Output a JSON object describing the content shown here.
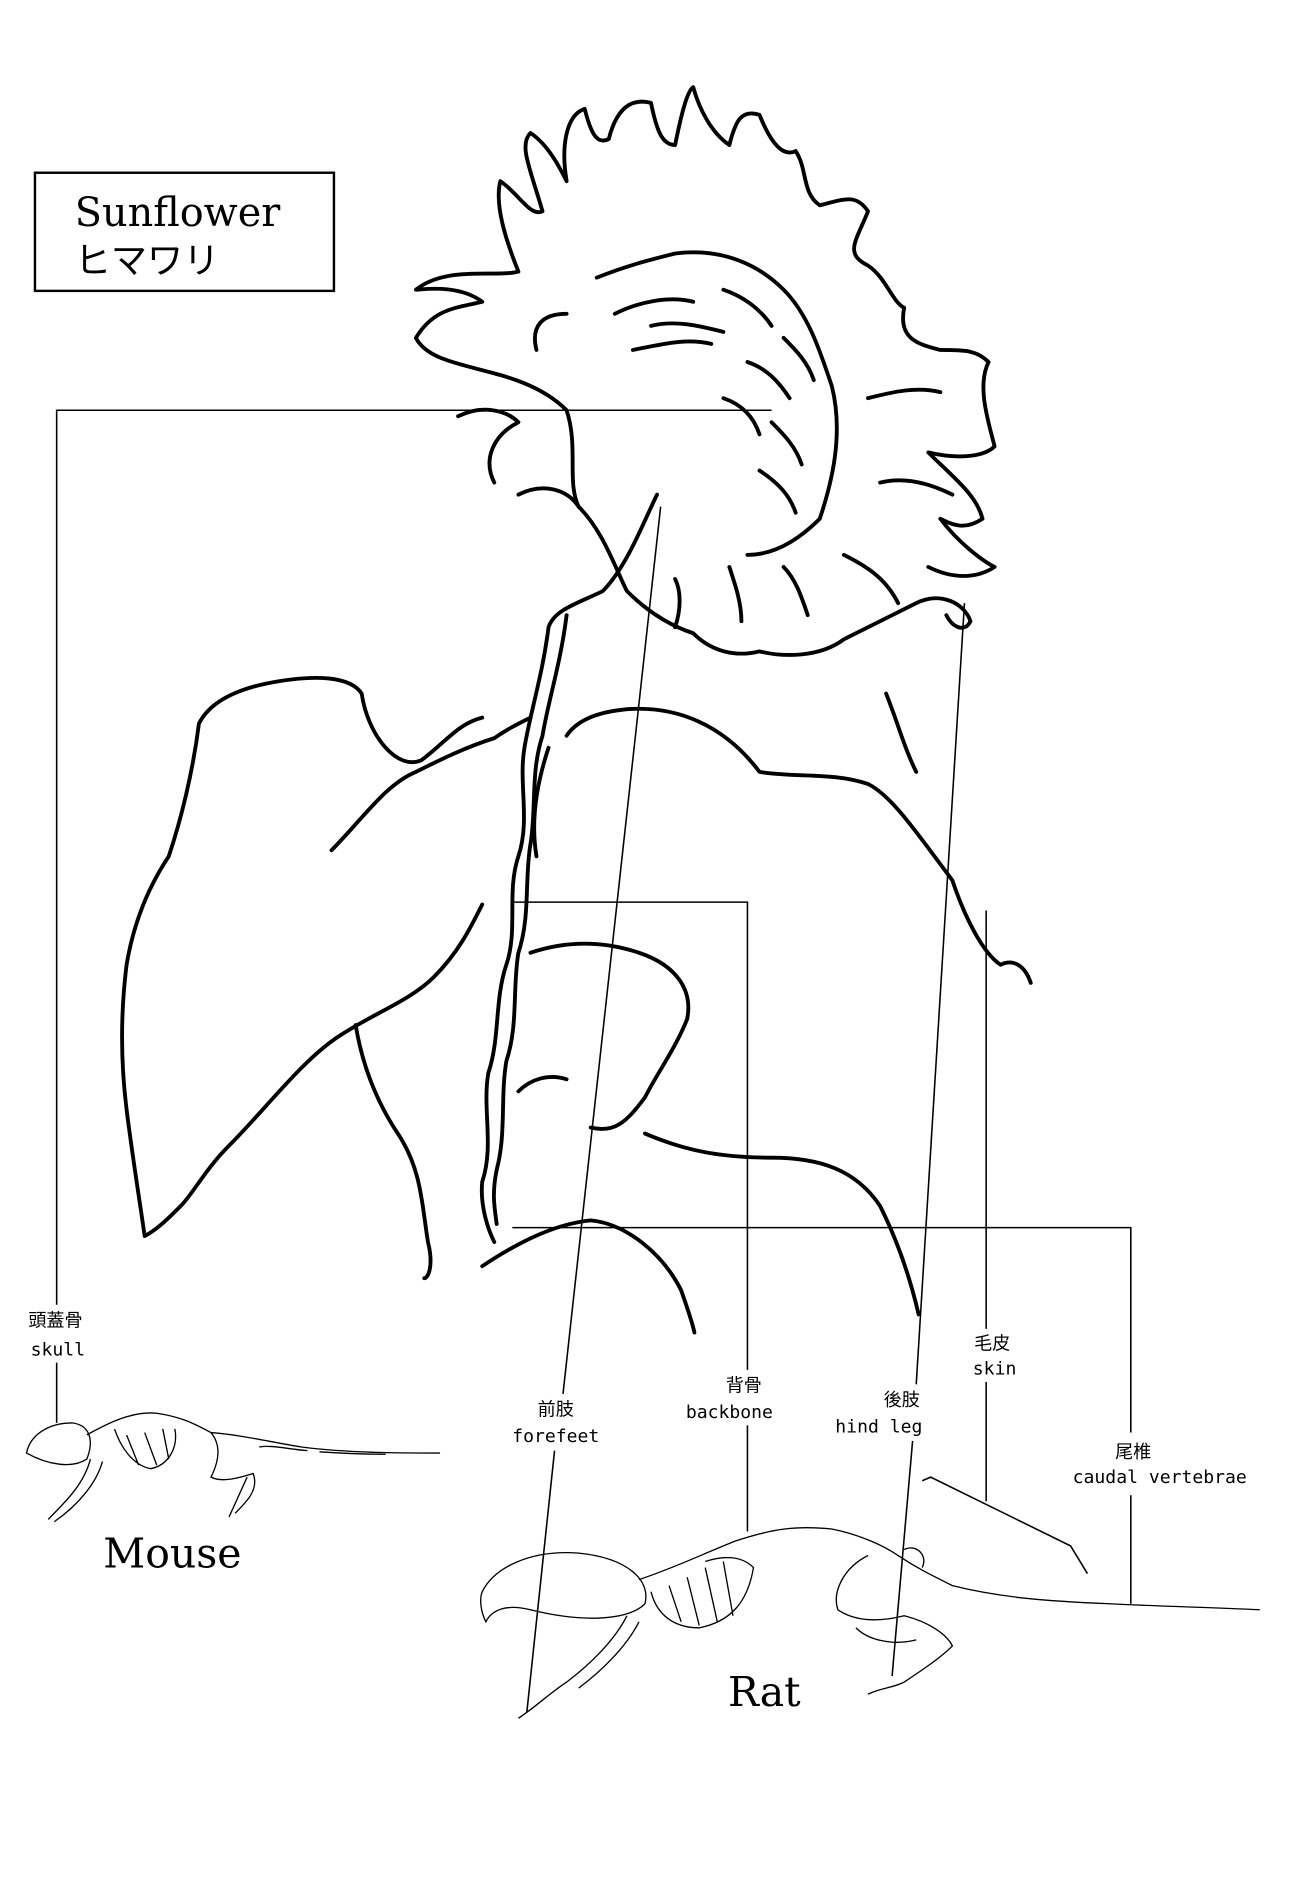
{
  "title": {
    "en": "Sunflower",
    "ja": "ヒマワリ"
  },
  "animals": {
    "mouse": "Mouse",
    "rat": "Rat"
  },
  "labels": {
    "skull": {
      "ja": "頭蓋骨",
      "en": "skull"
    },
    "forefeet": {
      "ja": "前肢",
      "en": "forefeet"
    },
    "backbone": {
      "ja": "背骨",
      "en": "backbone"
    },
    "hind_leg": {
      "ja": "後肢",
      "en": "hind leg"
    },
    "skin": {
      "ja": "毛皮",
      "en": "skin"
    },
    "caudal_vertebrae": {
      "ja": "尾椎",
      "en": "caudal vertebrae"
    }
  }
}
